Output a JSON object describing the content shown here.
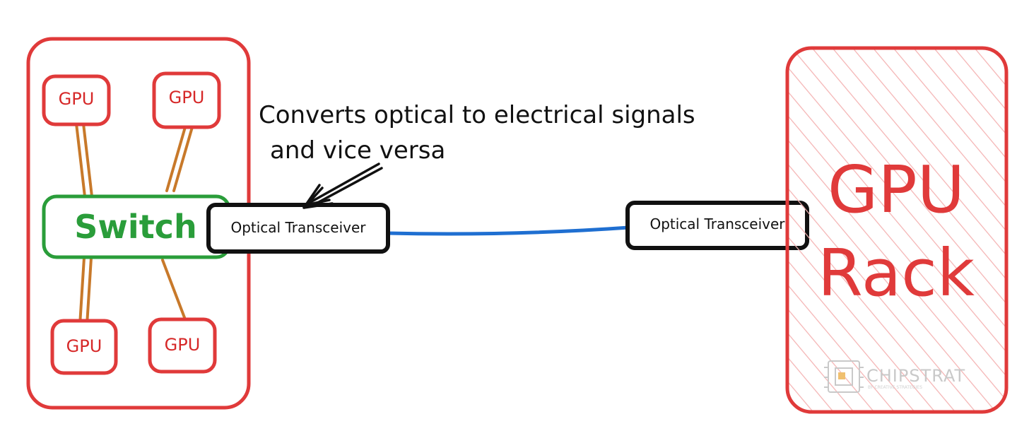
{
  "cluster": {
    "gpus": [
      "GPU",
      "GPU",
      "GPU",
      "GPU"
    ],
    "switch_label": "Switch"
  },
  "transceivers": {
    "left_label": "Optical Transceiver",
    "right_label": "Optical Transceiver"
  },
  "annotation": {
    "line1": "Converts optical to electrical signals",
    "line2": "and vice versa"
  },
  "rack": {
    "line1": "GPU",
    "line2": "Rack"
  },
  "watermark": {
    "text": "CHIPSTRAT",
    "tagline": "BY CREATIVE STRATEGIES"
  },
  "colors": {
    "box_red": "#e03a3a",
    "switch_green": "#2a9d3a",
    "link_orange": "#c8792a",
    "fiber_blue": "#1f6fd1",
    "hatch_pink": "#f4b3b3"
  }
}
